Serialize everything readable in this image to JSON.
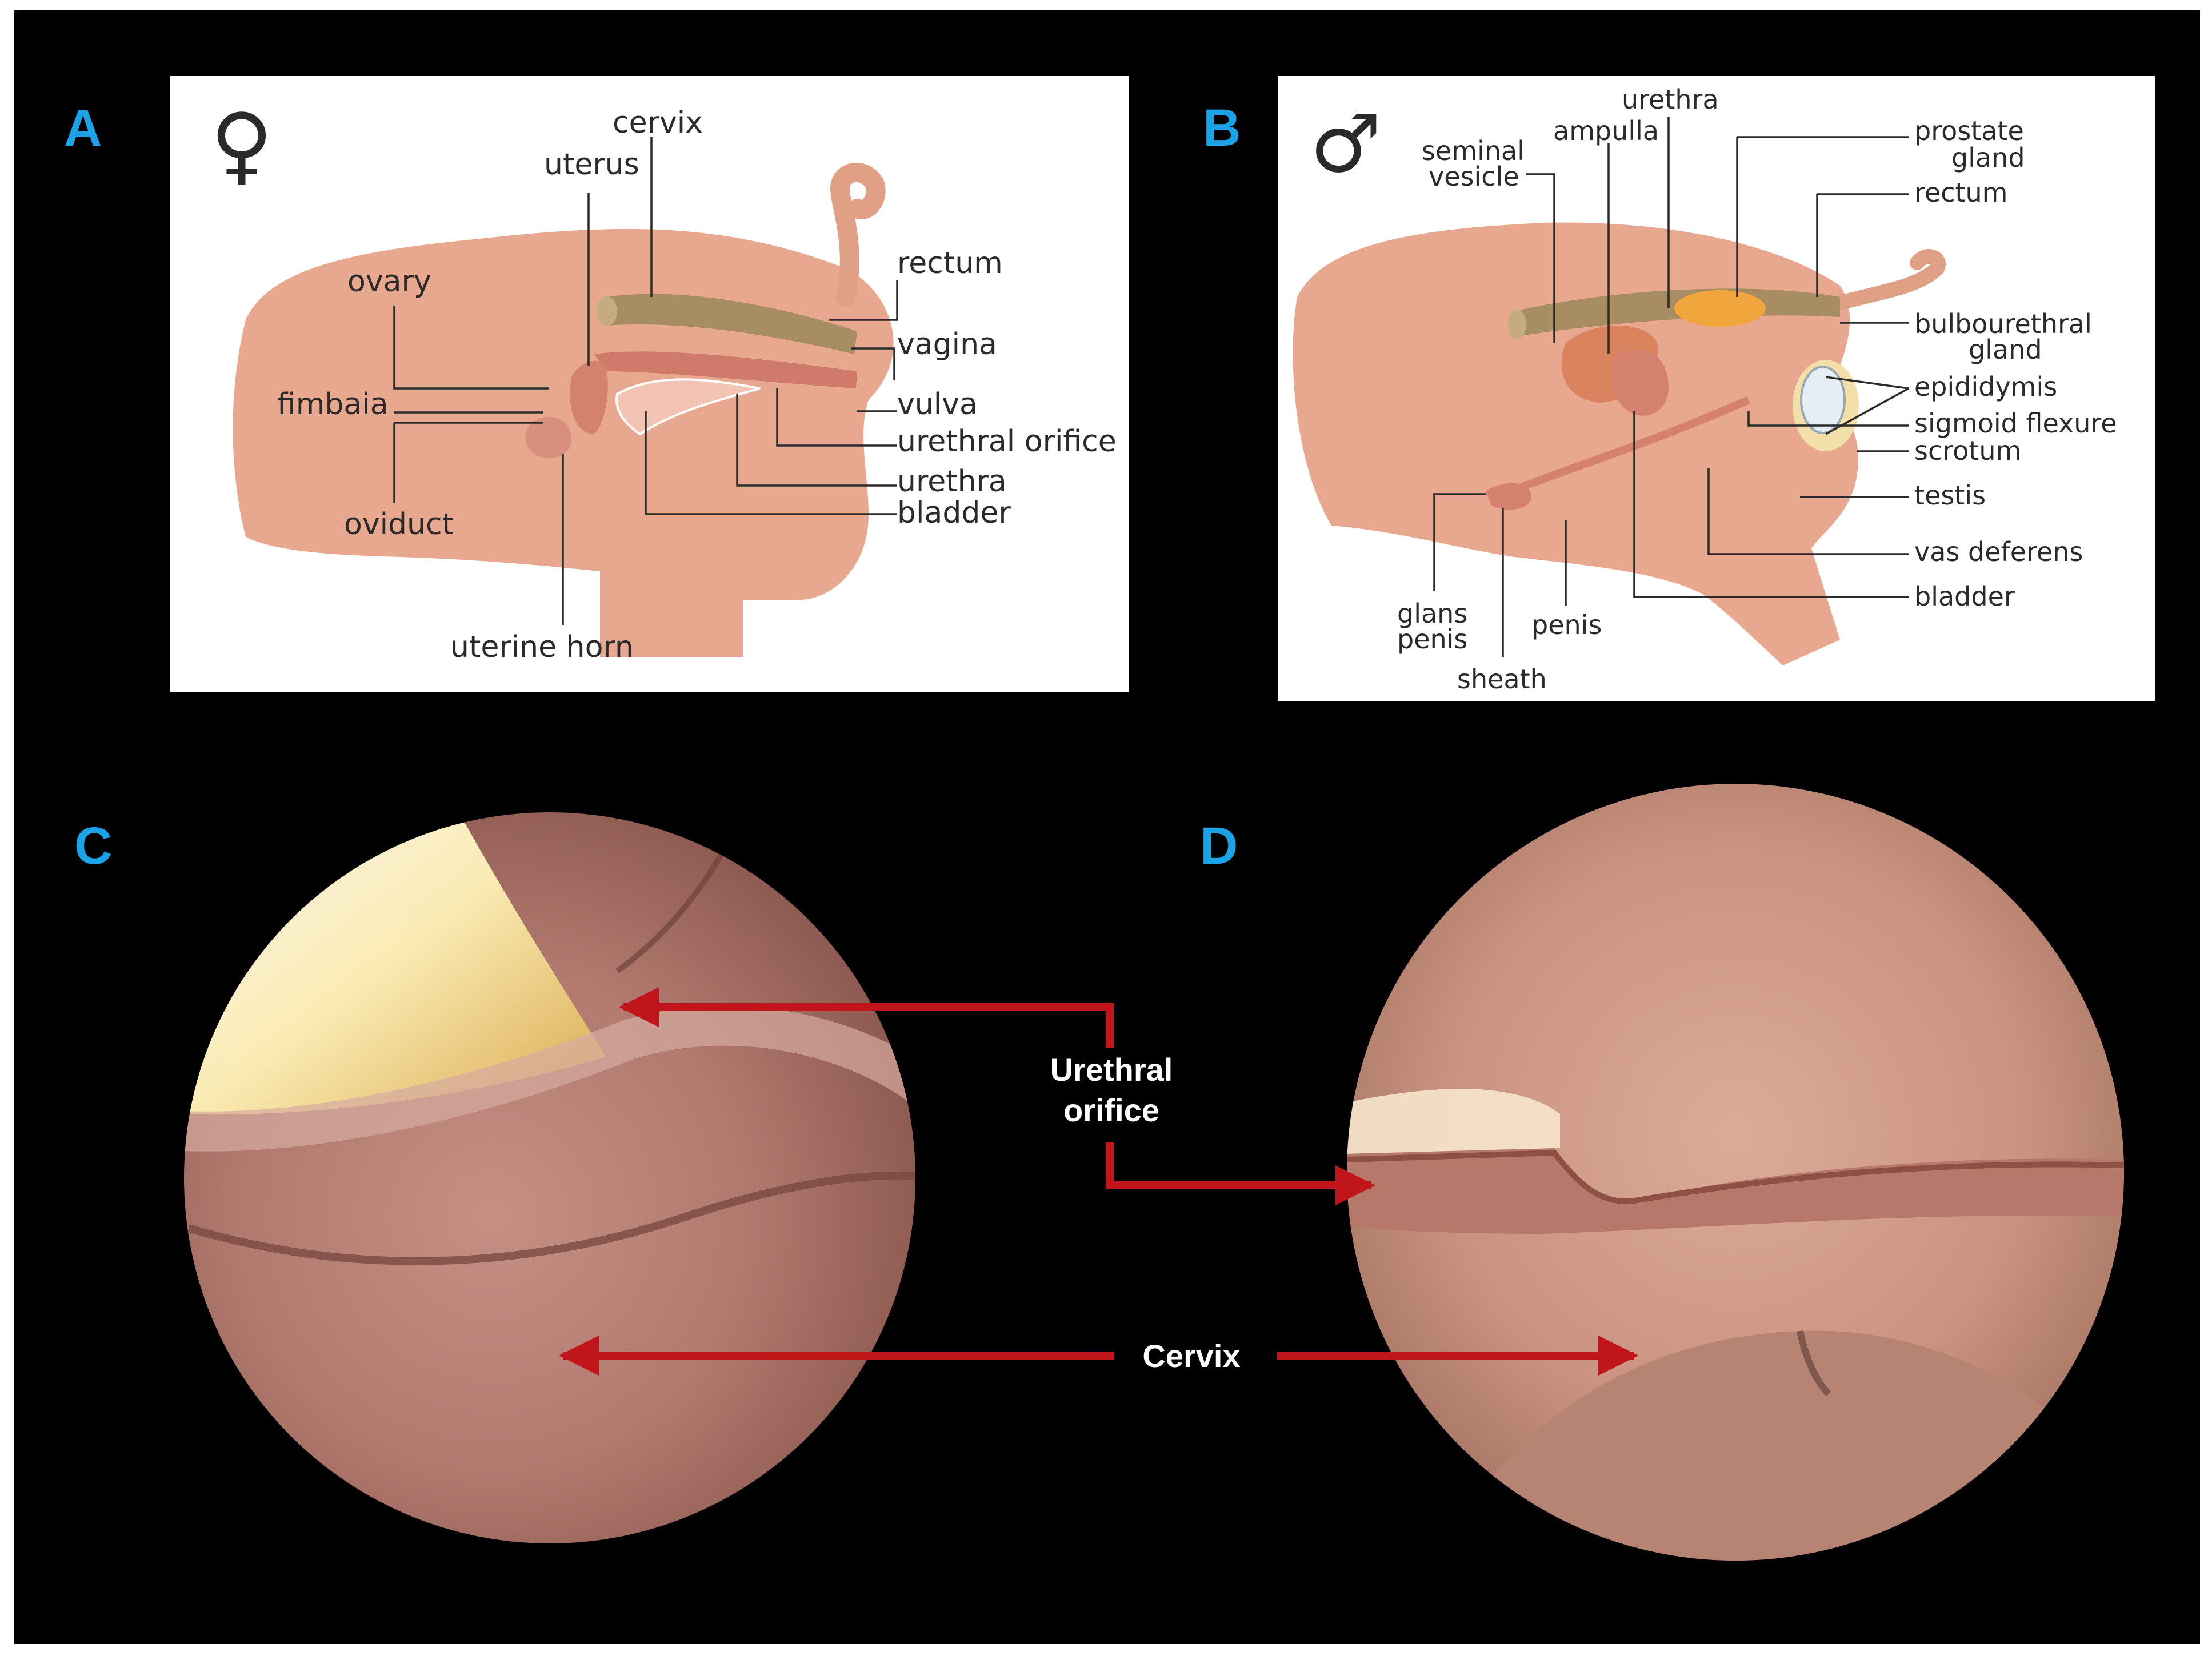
{
  "figure": {
    "colors": {
      "background": "#000000",
      "panel_letter": "#1aa3e6",
      "arrow": "#c0161b",
      "tissue": "#e8a88f",
      "tissue_dark": "#c98268",
      "rectum": "#a88d62",
      "gland": "#f0a63c"
    }
  },
  "panel_a": {
    "letter": "A",
    "symbol": "♀",
    "labels": {
      "cervix": "cervix",
      "uterus": "uterus",
      "ovary": "ovary",
      "fimbaia": "fimbaia",
      "oviduct": "oviduct",
      "uterine_horn": "uterine horn",
      "rectum": "rectum",
      "vagina": "vagina",
      "vulva": "vulva",
      "urethral_orifice": "urethral orifice",
      "urethra": "urethra",
      "bladder": "bladder"
    }
  },
  "panel_b": {
    "letter": "B",
    "symbol": "♂",
    "labels": {
      "urethra": "urethra",
      "ampulla": "ampulla",
      "seminal_vesicle_1": "seminal",
      "seminal_vesicle_2": "vesicle",
      "prostate_1": "prostate",
      "prostate_2": "gland",
      "rectum": "rectum",
      "bulbourethral_1": "bulbourethral",
      "bulbourethral_2": "gland",
      "epididymis": "epididymis",
      "sigmoid_flexure": "sigmoid flexure",
      "scrotum": "scrotum",
      "testis": "testis",
      "vas_deferens": "vas deferens",
      "bladder": "bladder",
      "glans_penis_1": "glans",
      "glans_penis_2": "penis",
      "penis": "penis",
      "sheath": "sheath"
    }
  },
  "panel_c": {
    "letter": "C"
  },
  "panel_d": {
    "letter": "D"
  },
  "annotations": {
    "urethral_orifice_1": "Urethral",
    "urethral_orifice_2": "orifice",
    "cervix": "Cervix"
  }
}
